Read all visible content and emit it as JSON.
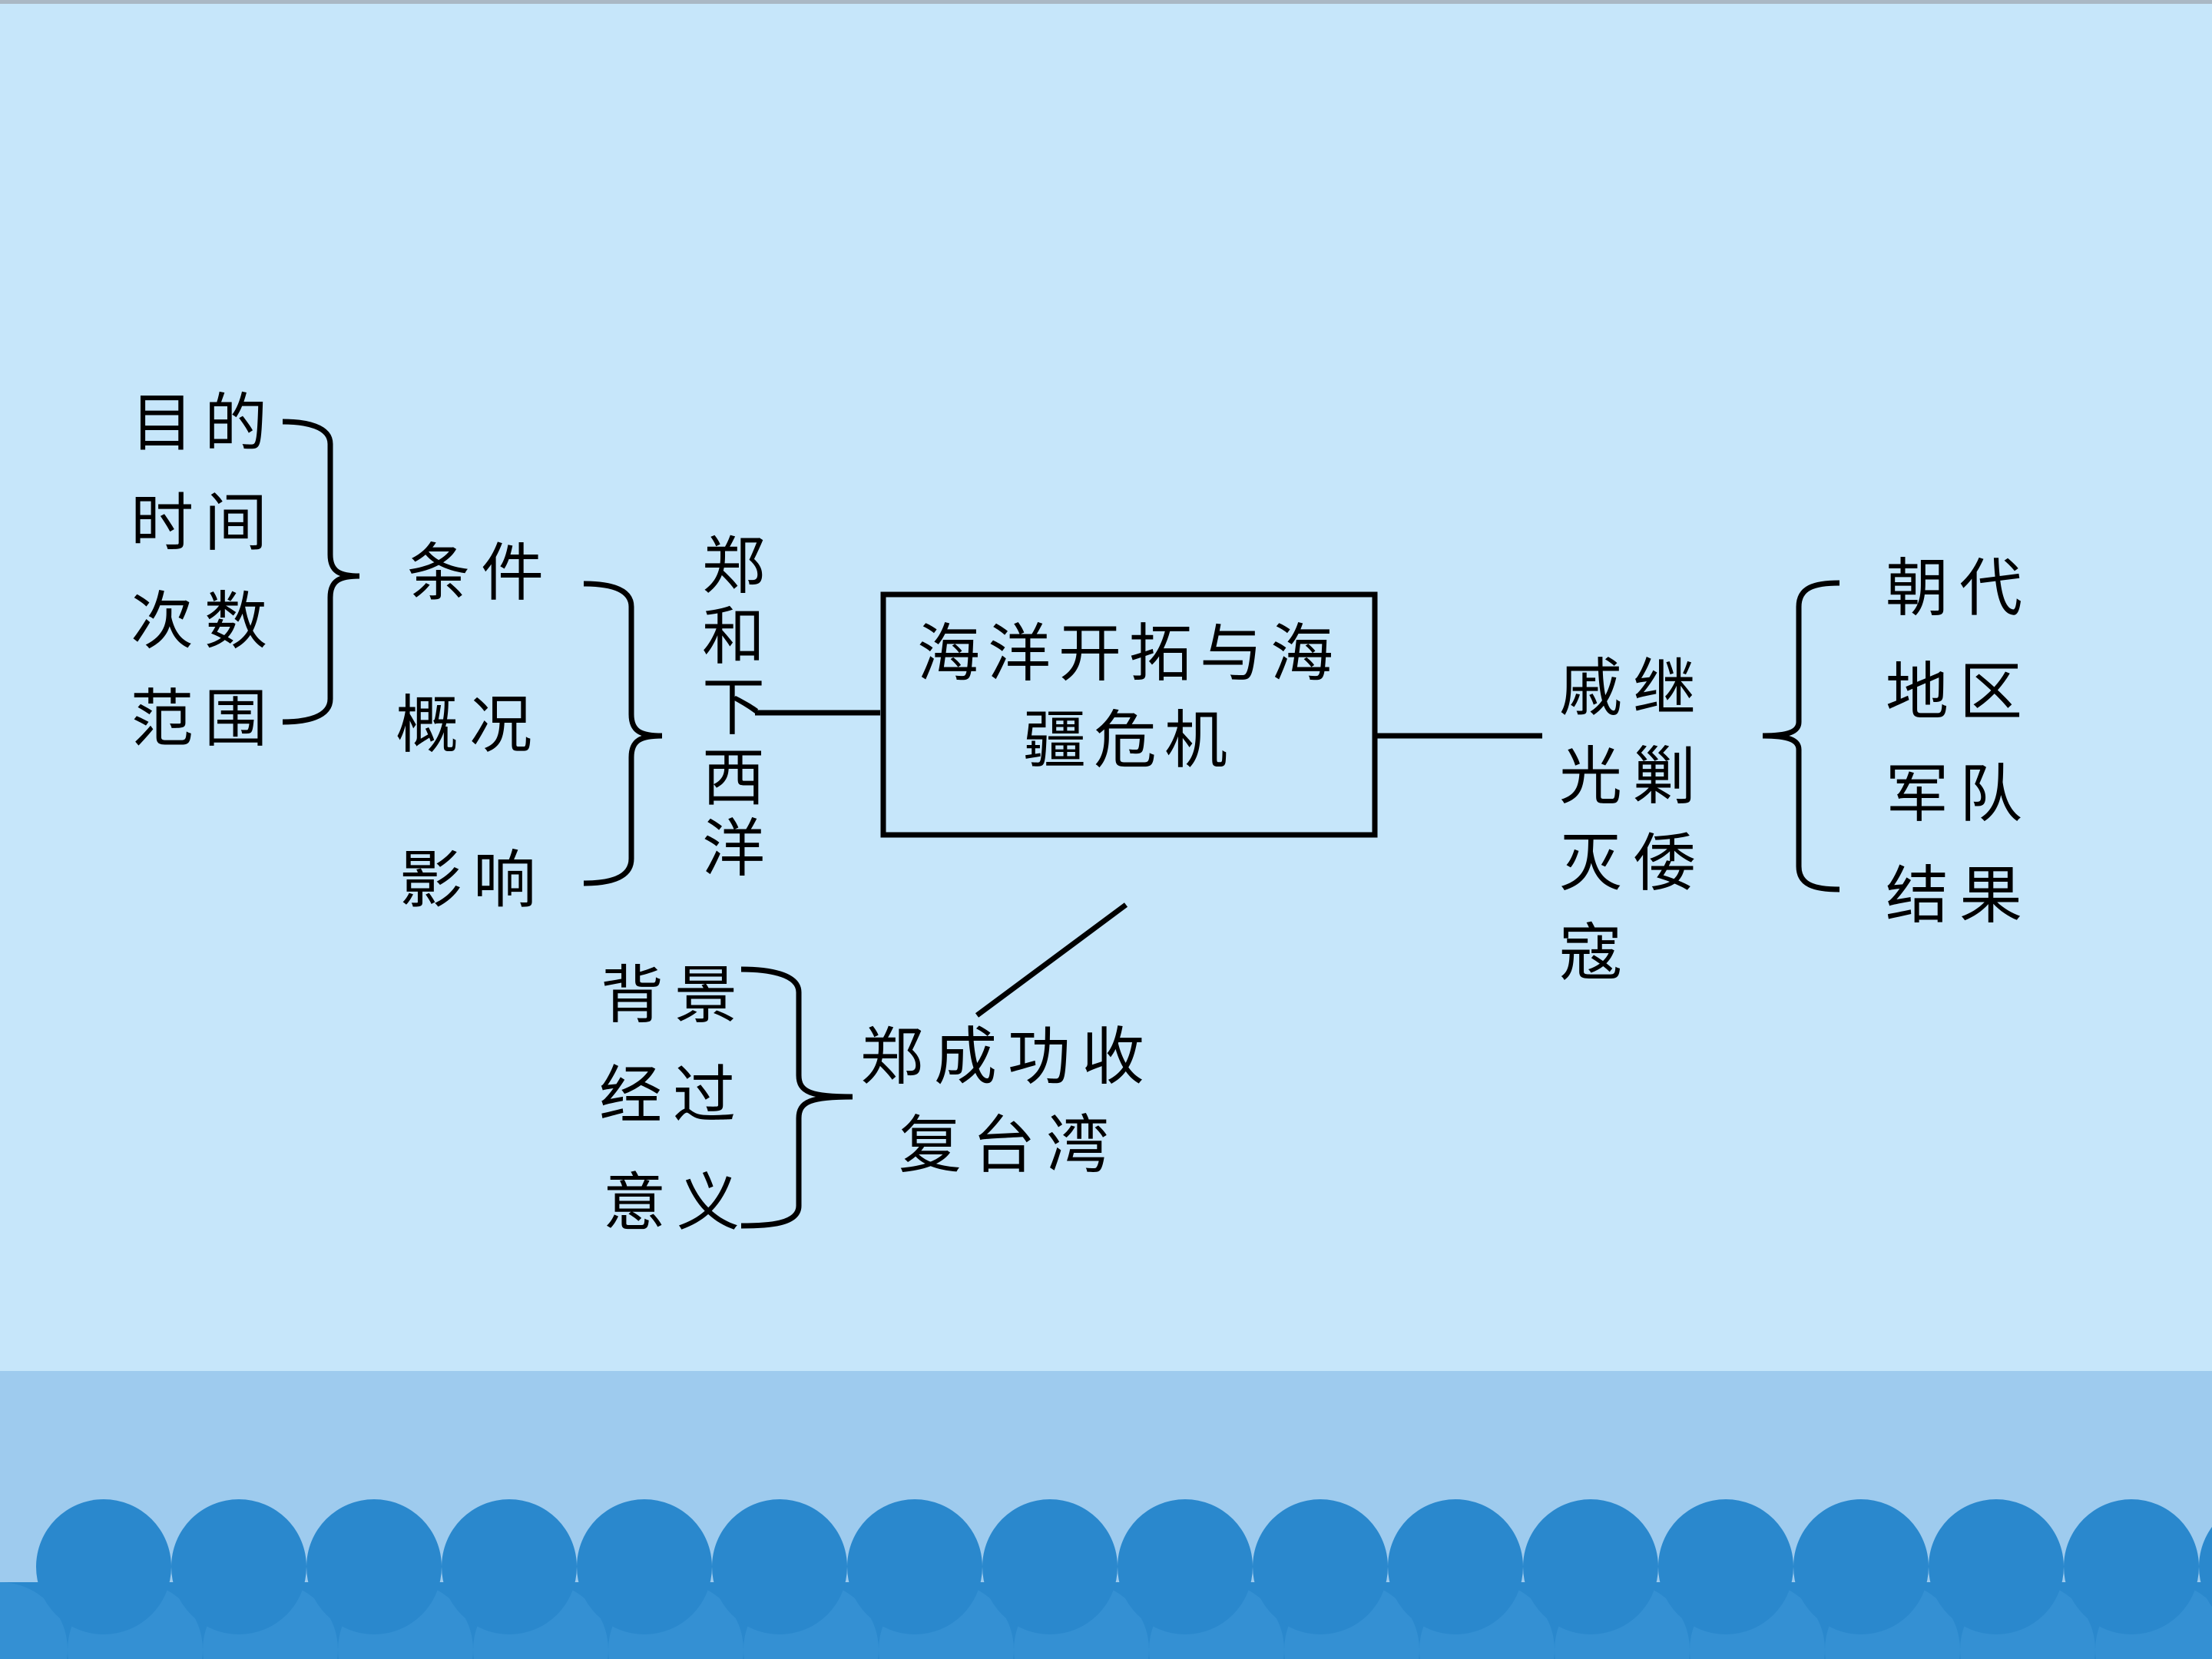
{
  "diagram": {
    "central_topic": {
      "line1": "海洋开拓与海",
      "line2": "疆危机"
    },
    "zheng_he": {
      "title": "郑和下西洋",
      "aspects": [
        "条件",
        "概况",
        "影响"
      ],
      "condition_details": [
        "目的",
        "时间",
        "次数",
        "范围"
      ]
    },
    "qi_jiguang": {
      "title_lines": [
        "戚继",
        "光剿",
        "灭倭",
        "寇"
      ],
      "details": [
        "朝代",
        "地区",
        "军队",
        "结果"
      ]
    },
    "zheng_chenggong": {
      "title_line1": "郑成功收",
      "title_line2": "复台湾",
      "details": [
        "背景",
        "经过",
        "意义"
      ]
    }
  },
  "colors": {
    "background": "#c6e6fa",
    "band": "#9ecbee",
    "waves_front": "#2a88cd",
    "waves_back": "#3490d3",
    "ink": "#000000"
  }
}
